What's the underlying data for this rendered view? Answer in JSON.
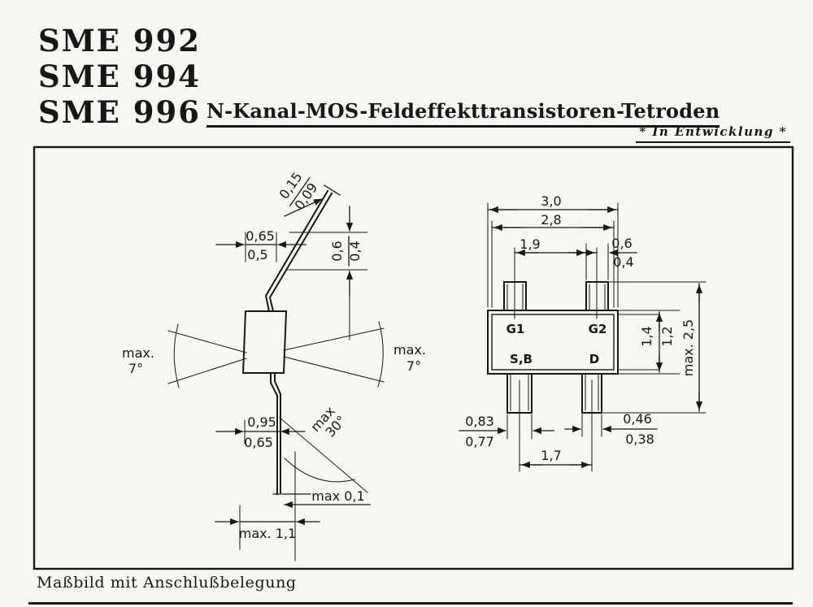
{
  "page": {
    "background": "#f7f6f2",
    "ink": "#171717"
  },
  "header": {
    "model_1": "SME 992",
    "model_2": "SME 994",
    "model_3": "SME 996",
    "title": "N-Kanal-MOS-Feldeffekttransistoren-Tetroden",
    "status_note": "* In Entwicklung *"
  },
  "caption": "Maßbild mit Anschlußbelegung",
  "side_view": {
    "tip_upper": "0,15",
    "tip_lower": "0,09",
    "lead_width_upper": "0,65",
    "lead_width_lower": "0,5",
    "lead_thickness_upper": "0,6",
    "lead_thickness_lower": "0,4",
    "angle_left_line1": "max.",
    "angle_left_line2": "7°",
    "angle_right_line1": "max.",
    "angle_right_line2": "7°",
    "foot_upper": "0,95",
    "foot_lower": "0,65",
    "foot_angle_line1": "max",
    "foot_angle_line2": "30°",
    "standoff": "max 0,1",
    "total_thickness": "max. 1,1"
  },
  "top_view": {
    "body_width_outer": "3,0",
    "body_width_inner": "2,8",
    "top_lead_pitch": "1,9",
    "top_lead_width_upper": "0,6",
    "top_lead_width_lower": "0,4",
    "body_depth_outer": "1,4",
    "body_depth_inner": "1,2",
    "overall_depth": "max. 2,5",
    "bottom_lead_left_upper": "0,83",
    "bottom_lead_left_lower": "0,77",
    "bottom_lead_right_upper": "0,46",
    "bottom_lead_right_lower": "0,38",
    "bottom_lead_pitch": "1,7",
    "pin_g1": "G1",
    "pin_g2": "G2",
    "pin_sb": "S,B",
    "pin_d": "D"
  }
}
